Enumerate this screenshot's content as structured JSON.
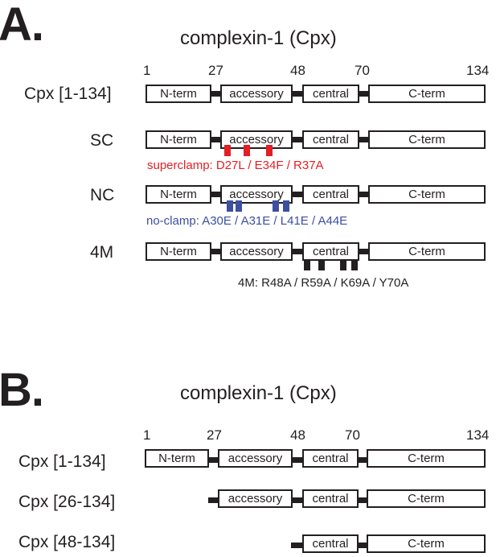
{
  "colors": {
    "ink": "#231f20",
    "superclamp": "#e31e24",
    "noclamp": "#3c4fa0",
    "mutation_4m": "#231f20"
  },
  "panel_a": {
    "letter": "A.",
    "title": "complexin-1 (Cpx)",
    "positions": [
      "1",
      "27",
      "48",
      "70",
      "134"
    ],
    "domains": {
      "nterm": "N-term",
      "accessory": "accessory",
      "central": "central",
      "cterm": "C-term"
    },
    "rows": {
      "wt": {
        "label": "Cpx [1-134]"
      },
      "sc": {
        "label": "SC",
        "note": "superclamp:  D27L / E34F / R37A"
      },
      "nc": {
        "label": "NC",
        "note": "no-clamp:  A30E / A31E / L41E / A44E"
      },
      "m4": {
        "label": "4M",
        "note": "4M: R48A / R59A / K69A / Y70A"
      }
    }
  },
  "panel_b": {
    "letter": "B.",
    "title": "complexin-1 (Cpx)",
    "positions": [
      "1",
      "27",
      "48",
      "70",
      "134"
    ],
    "domains": {
      "nterm": "N-term",
      "accessory": "accessory",
      "central": "central",
      "cterm": "C-term"
    },
    "rows": {
      "full": {
        "label": "Cpx [1-134]"
      },
      "r26": {
        "label": "Cpx [26-134]"
      },
      "r48": {
        "label": "Cpx [48-134]"
      }
    }
  }
}
